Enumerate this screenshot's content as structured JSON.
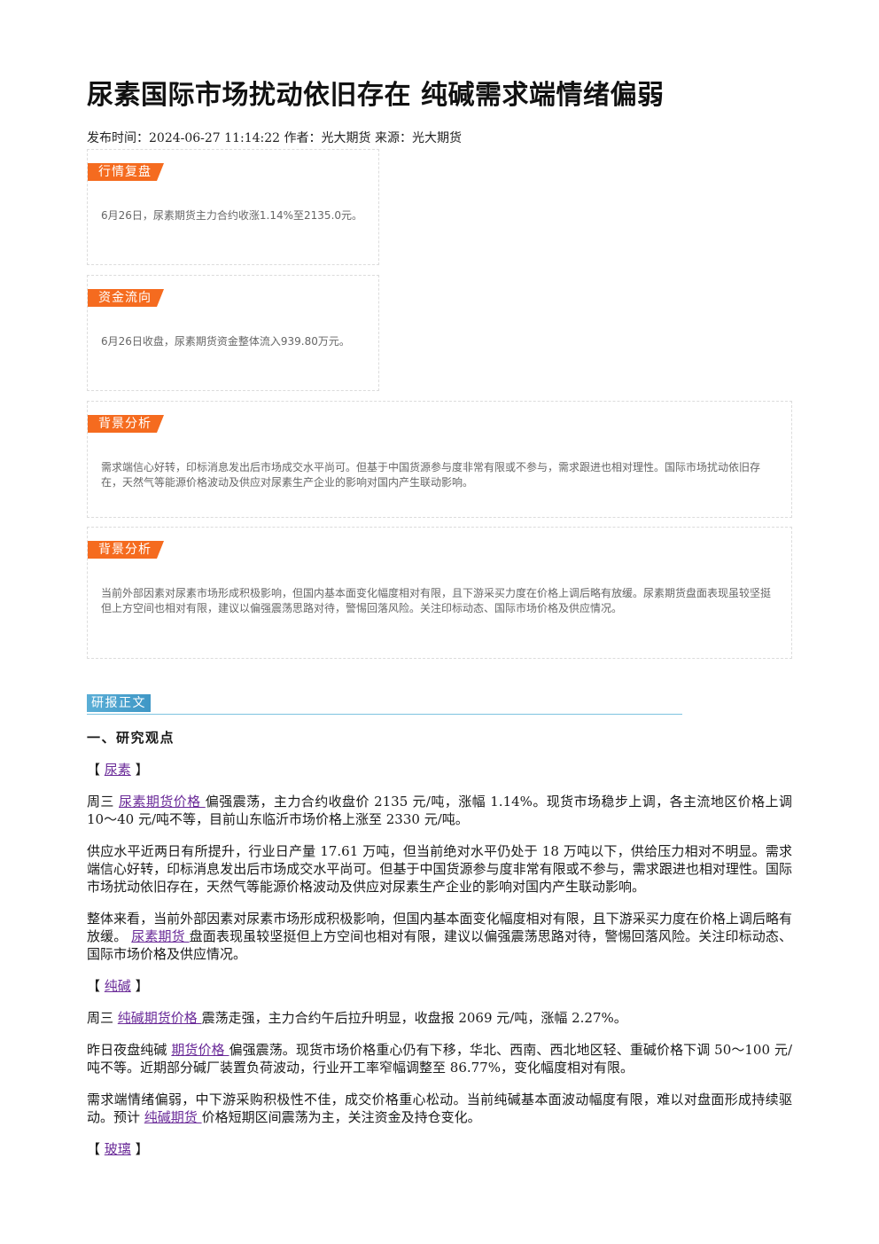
{
  "article": {
    "title": "尿素国际市场扰动依旧存在 纯碱需求端情绪偏弱",
    "meta_label_time": "发布时间：",
    "publish_time": "2024-06-27 11:14:22",
    "meta_label_author": " 作者：",
    "author": "光大期货",
    "meta_label_source": " 来源：",
    "source": "光大期货"
  },
  "summary_boxes": [
    {
      "tag": "行情复盘",
      "text": "6月26日，尿素期货主力合约收涨1.14%至2135.0元。"
    },
    {
      "tag": "资金流向",
      "text": "6月26日收盘，尿素期货资金整体流入939.80万元。"
    },
    {
      "tag": "背景分析",
      "text": "需求端信心好转，印标消息发出后市场成交水平尚可。但基于中国货源参与度非常有限或不参与，需求跟进也相对理性。国际市场扰动依旧存在，天然气等能源价格波动及供应对尿素生产企业的影响对国内产生联动影响。"
    },
    {
      "tag": "背景分析",
      "text": "当前外部因素对尿素市场形成积极影响，但国内基本面变化幅度相对有限，且下游采买力度在价格上调后略有放缓。尿素期货盘面表现虽较坚挺但上方空间也相对有限，建议以偏强震荡思路对待，警惕回落风险。关注印标动态、国际市场价格及供应情况。"
    }
  ],
  "section_label": "研报正文",
  "heading_1": "一、研究观点",
  "bracket_open": "【 ",
  "bracket_close": " 】",
  "urea": {
    "label": "尿素",
    "p1_pre": "周三 ",
    "p1_link": "尿素期货价格 ",
    "p1_post": "偏强震荡，主力合约收盘价 2135 元/吨，涨幅 1.14%。现货市场稳步上调，各主流地区价格上调 10～40 元/吨不等，目前山东临沂市场价格上涨至 2330 元/吨。",
    "p2": "供应水平近两日有所提升，行业日产量 17.61 万吨，但当前绝对水平仍处于 18 万吨以下，供给压力相对不明显。需求端信心好转，印标消息发出后市场成交水平尚可。但基于中国货源参与度非常有限或不参与，需求跟进也相对理性。国际市场扰动依旧存在，天然气等能源价格波动及供应对尿素生产企业的影响对国内产生联动影响。",
    "p3_pre": "整体来看，当前外部因素对尿素市场形成积极影响，但国内基本面变化幅度相对有限，且下游采买力度在价格上调后略有放缓。 ",
    "p3_link": "尿素期货 ",
    "p3_post": "盘面表现虽较坚挺但上方空间也相对有限，建议以偏强震荡思路对待，警惕回落风险。关注印标动态、国际市场价格及供应情况。"
  },
  "soda": {
    "label": "纯碱",
    "p1_pre": "周三 ",
    "p1_link": "纯碱期货价格 ",
    "p1_post": "震荡走强，主力合约午后拉升明显，收盘报 2069 元/吨，涨幅 2.27%。",
    "p2_pre": "昨日夜盘纯碱 ",
    "p2_link": "期货价格 ",
    "p2_post": "偏强震荡。现货市场价格重心仍有下移，华北、西南、西北地区轻、重碱价格下调 50～100 元/吨不等。近期部分碱厂装置负荷波动，行业开工率窄幅调整至 86.77%，变化幅度相对有限。",
    "p3_pre": "需求端情绪偏弱，中下游采购积极性不佳，成交价格重心松动。当前纯碱基本面波动幅度有限，难以对盘面形成持续驱动。预计 ",
    "p3_link": "纯碱期货 ",
    "p3_post": "价格短期区间震荡为主，关注资金及持仓变化。"
  },
  "glass": {
    "label": "玻璃"
  }
}
